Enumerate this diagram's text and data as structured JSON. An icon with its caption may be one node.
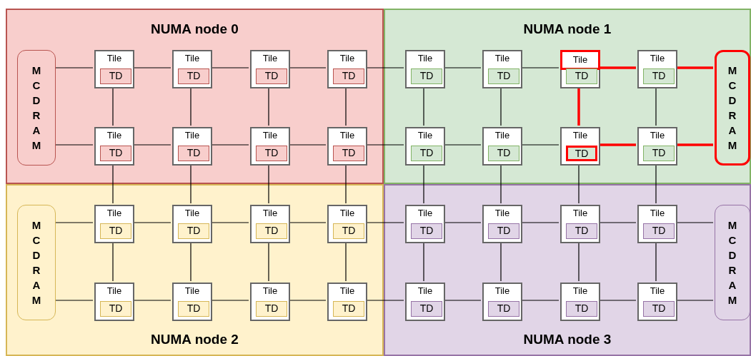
{
  "diagram": {
    "nodes": [
      {
        "text": [
          "NUMA node 0"
        ]
      },
      {
        "text": [
          "MCDRAM"
        ],
        "in": 0
      },
      {
        "text": [
          "Tile"
        ],
        "in": 0
      },
      {
        "text": [
          "TD"
        ],
        "in": 2
      },
      {
        "text": [
          "Tile"
        ],
        "in": 0
      },
      {
        "text": [
          "TD"
        ],
        "in": 4
      },
      {
        "text": [
          "Tile"
        ],
        "in": 0
      },
      {
        "text": [
          "TD"
        ],
        "in": 6
      },
      {
        "text": [
          "Tile"
        ],
        "in": 0
      },
      {
        "text": [
          "TD"
        ],
        "in": 8
      },
      {
        "text": [
          "Tile"
        ],
        "in": 0
      },
      {
        "text": [
          "TD"
        ],
        "in": 10
      },
      {
        "text": [
          "Tile"
        ],
        "in": 0
      },
      {
        "text": [
          "TD"
        ],
        "in": 12
      },
      {
        "text": [
          "Tile"
        ],
        "in": 0
      },
      {
        "text": [
          "TD"
        ],
        "in": 14
      },
      {
        "text": [
          "Tile"
        ],
        "in": 0
      },
      {
        "text": [
          "TD"
        ],
        "in": 16
      },
      {
        "text": [
          "NUMA node 1"
        ]
      },
      {
        "text": [
          "Tile"
        ],
        "in": 18
      },
      {
        "text": [
          "TD"
        ],
        "in": 19
      },
      {
        "text": [
          "Tile"
        ],
        "in": 18
      },
      {
        "text": [
          "TD"
        ],
        "in": 21
      },
      {
        "text": [
          "Tile"
        ],
        "in": 18
      },
      {
        "text": [
          "TD"
        ],
        "in": 23
      },
      {
        "text": [
          "Tile"
        ],
        "in": 18
      },
      {
        "text": [
          "TD"
        ],
        "in": 25
      },
      {
        "text": [
          "Tile"
        ],
        "in": 18
      },
      {
        "text": [
          "TD"
        ],
        "in": 27
      },
      {
        "text": [
          "Tile"
        ],
        "in": 18
      },
      {
        "text": [
          "TD"
        ],
        "in": 29
      },
      {
        "text": [
          "Tile"
        ],
        "in": 18
      },
      {
        "text": [
          "TD"
        ],
        "in": 31
      },
      {
        "text": [
          "Tile"
        ],
        "in": 18
      },
      {
        "text": [
          "TD"
        ],
        "in": 33
      },
      {
        "text": [
          "MCDRAM"
        ],
        "in": 18
      },
      {
        "text": [
          "NUMA node 2"
        ]
      },
      {
        "text": [
          "MCDRAM"
        ],
        "in": 36
      },
      {
        "text": [
          "Tile"
        ],
        "in": 36
      },
      {
        "text": [
          "TD"
        ],
        "in": 38
      },
      {
        "text": [
          "Tile"
        ],
        "in": 36
      },
      {
        "text": [
          "TD"
        ],
        "in": 40
      },
      {
        "text": [
          "Tile"
        ],
        "in": 36
      },
      {
        "text": [
          "TD"
        ],
        "in": 42
      },
      {
        "text": [
          "Tile"
        ],
        "in": 36
      },
      {
        "text": [
          "TD"
        ],
        "in": 44
      },
      {
        "text": [
          "Tile"
        ],
        "in": 36
      },
      {
        "text": [
          "TD"
        ],
        "in": 46
      },
      {
        "text": [
          "Tile"
        ],
        "in": 36
      },
      {
        "text": [
          "TD"
        ],
        "in": 48
      },
      {
        "text": [
          "Tile"
        ],
        "in": 36
      },
      {
        "text": [
          "TD"
        ],
        "in": 50
      },
      {
        "text": [
          "Tile"
        ],
        "in": 36
      },
      {
        "text": [
          "TD"
        ],
        "in": 52
      },
      {
        "text": [
          "NUMA node 3"
        ]
      },
      {
        "text": [
          "Tile"
        ],
        "in": 54
      },
      {
        "text": [
          "TD"
        ],
        "in": 55
      },
      {
        "text": [
          "Tile"
        ],
        "in": 54
      },
      {
        "text": [
          "TD"
        ],
        "in": 57
      },
      {
        "text": [
          "Tile"
        ],
        "in": 54
      },
      {
        "text": [
          "TD"
        ],
        "in": 59
      },
      {
        "text": [
          "Tile"
        ],
        "in": 54
      },
      {
        "text": [
          "TD"
        ],
        "in": 61
      },
      {
        "text": [
          "Tile"
        ],
        "in": 54
      },
      {
        "text": [
          "TD"
        ],
        "in": 63
      },
      {
        "text": [
          "Tile"
        ],
        "in": 54
      },
      {
        "text": [
          "TD"
        ],
        "in": 65
      },
      {
        "text": [
          "Tile"
        ],
        "in": 54
      },
      {
        "text": [
          "TD"
        ],
        "in": 67
      },
      {
        "text": [
          "Tile"
        ],
        "in": 54
      },
      {
        "text": [
          "TD"
        ],
        "in": 69
      },
      {
        "text": [
          "MCDRAM"
        ],
        "in": 54
      }
    ],
    "edges": [
      {
        "from": 1,
        "to": 2,
        "arrow": "none"
      },
      {
        "from": 2,
        "to": 4,
        "arrow": "none"
      },
      {
        "from": 4,
        "to": 6,
        "arrow": "none"
      },
      {
        "from": 6,
        "to": 8,
        "arrow": "none"
      },
      {
        "from": 8,
        "to": 19,
        "arrow": "none"
      },
      {
        "from": 19,
        "to": 21,
        "arrow": "none"
      },
      {
        "from": 21,
        "to": 23,
        "arrow": "none"
      },
      {
        "from": 23,
        "to": 25,
        "arrow": "none",
        "style": "thick",
        "color": "#ff0000"
      },
      {
        "from": 25,
        "to": 35,
        "arrow": "none",
        "style": "thick",
        "color": "#ff0000"
      },
      {
        "from": 1,
        "to": 10,
        "arrow": "none"
      },
      {
        "from": 10,
        "to": 12,
        "arrow": "none"
      },
      {
        "from": 12,
        "to": 14,
        "arrow": "none"
      },
      {
        "from": 14,
        "to": 16,
        "arrow": "none"
      },
      {
        "from": 16,
        "to": 27,
        "arrow": "none"
      },
      {
        "from": 27,
        "to": 29,
        "arrow": "none"
      },
      {
        "from": 29,
        "to": 31,
        "arrow": "none"
      },
      {
        "from": 32,
        "to": 33,
        "arrow": "none",
        "style": "thick",
        "color": "#ff0000"
      },
      {
        "from": 33,
        "to": 35,
        "arrow": "none",
        "style": "thick",
        "color": "#ff0000"
      },
      {
        "from": 37,
        "to": 38,
        "arrow": "none"
      },
      {
        "from": 38,
        "to": 40,
        "arrow": "none"
      },
      {
        "from": 40,
        "to": 42,
        "arrow": "none"
      },
      {
        "from": 42,
        "to": 44,
        "arrow": "none"
      },
      {
        "from": 44,
        "to": 55,
        "arrow": "none"
      },
      {
        "from": 55,
        "to": 57,
        "arrow": "none"
      },
      {
        "from": 57,
        "to": 59,
        "arrow": "none"
      },
      {
        "from": 59,
        "to": 61,
        "arrow": "none"
      },
      {
        "from": 61,
        "to": 71,
        "arrow": "none"
      },
      {
        "from": 37,
        "to": 46,
        "arrow": "none"
      },
      {
        "from": 46,
        "to": 48,
        "arrow": "none"
      },
      {
        "from": 48,
        "to": 50,
        "arrow": "none"
      },
      {
        "from": 50,
        "to": 52,
        "arrow": "none"
      },
      {
        "from": 52,
        "to": 63,
        "arrow": "none"
      },
      {
        "from": 63,
        "to": 65,
        "arrow": "none"
      },
      {
        "from": 65,
        "to": 67,
        "arrow": "none"
      },
      {
        "from": 67,
        "to": 69,
        "arrow": "none"
      },
      {
        "from": 69,
        "to": 71,
        "arrow": "none"
      },
      {
        "from": 2,
        "to": 10,
        "arrow": "none"
      },
      {
        "from": 4,
        "to": 12,
        "arrow": "none"
      },
      {
        "from": 6,
        "to": 14,
        "arrow": "none"
      },
      {
        "from": 8,
        "to": 16,
        "arrow": "none"
      },
      {
        "from": 19,
        "to": 27,
        "arrow": "none"
      },
      {
        "from": 21,
        "to": 29,
        "arrow": "none"
      },
      {
        "from": 23,
        "to": 31,
        "arrow": "none",
        "style": "thick",
        "color": "#ff0000"
      },
      {
        "from": 25,
        "to": 33,
        "arrow": "none"
      },
      {
        "from": 10,
        "to": 38,
        "arrow": "none"
      },
      {
        "from": 12,
        "to": 40,
        "arrow": "none"
      },
      {
        "from": 14,
        "to": 42,
        "arrow": "none"
      },
      {
        "from": 16,
        "to": 44,
        "arrow": "none"
      },
      {
        "from": 27,
        "to": 55,
        "arrow": "none"
      },
      {
        "from": 29,
        "to": 57,
        "arrow": "none"
      },
      {
        "from": 31,
        "to": 59,
        "arrow": "none"
      },
      {
        "from": 33,
        "to": 61,
        "arrow": "none"
      },
      {
        "from": 38,
        "to": 46,
        "arrow": "none"
      },
      {
        "from": 40,
        "to": 48,
        "arrow": "none"
      },
      {
        "from": 42,
        "to": 50,
        "arrow": "none"
      },
      {
        "from": 44,
        "to": 52,
        "arrow": "none"
      },
      {
        "from": 55,
        "to": 63,
        "arrow": "none"
      },
      {
        "from": 57,
        "to": 65,
        "arrow": "none"
      },
      {
        "from": 59,
        "to": 67,
        "arrow": "none"
      },
      {
        "from": 61,
        "to": 69,
        "arrow": "none"
      }
    ]
  }
}
